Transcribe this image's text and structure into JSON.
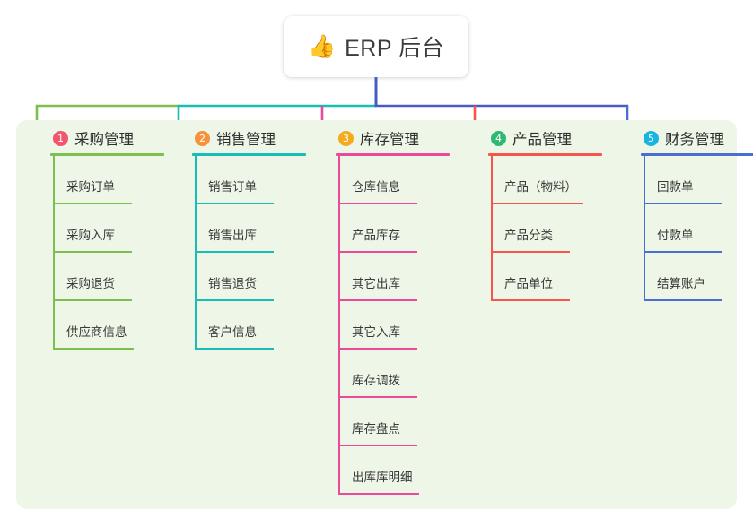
{
  "root": {
    "icon": "thumbs-up-icon",
    "emoji": "👍",
    "title": "ERP 后台"
  },
  "palette": {
    "page_bg": "#ffffff",
    "panel_bg": "#eef7e7",
    "card_bg": "#ffffff",
    "text": "#3a3a3a",
    "root_bus": "#4a5bbf"
  },
  "columns": [
    {
      "number": "1",
      "title": "采购管理",
      "badge_color": "#f3556d",
      "line_color": "#7cbf4f",
      "items": [
        {
          "label": "采购订单"
        },
        {
          "label": "采购入库"
        },
        {
          "label": "采购退货"
        },
        {
          "label": "供应商信息"
        }
      ]
    },
    {
      "number": "2",
      "title": "销售管理",
      "badge_color": "#f7913a",
      "line_color": "#19bdb5",
      "items": [
        {
          "label": "销售订单"
        },
        {
          "label": "销售出库"
        },
        {
          "label": "销售退货"
        },
        {
          "label": "客户信息"
        }
      ]
    },
    {
      "number": "3",
      "title": "库存管理",
      "badge_color": "#f5ab1e",
      "line_color": "#ea4a9a",
      "items": [
        {
          "label": "仓库信息"
        },
        {
          "label": "产品库存"
        },
        {
          "label": "其它出库"
        },
        {
          "label": "其它入库"
        },
        {
          "label": "库存调拨"
        },
        {
          "label": "库存盘点"
        },
        {
          "label": "出库库明细"
        }
      ]
    },
    {
      "number": "4",
      "title": "产品管理",
      "badge_color": "#2eb872",
      "line_color": "#f4564f",
      "items": [
        {
          "label": "产品（物料）"
        },
        {
          "label": "产品分类"
        },
        {
          "label": "产品单位"
        }
      ]
    },
    {
      "number": "5",
      "title": "财务管理",
      "badge_color": "#18b5e0",
      "line_color": "#4a6fd0",
      "items": [
        {
          "label": "回款单"
        },
        {
          "label": "付款单"
        },
        {
          "label": "结算账户"
        }
      ]
    }
  ]
}
